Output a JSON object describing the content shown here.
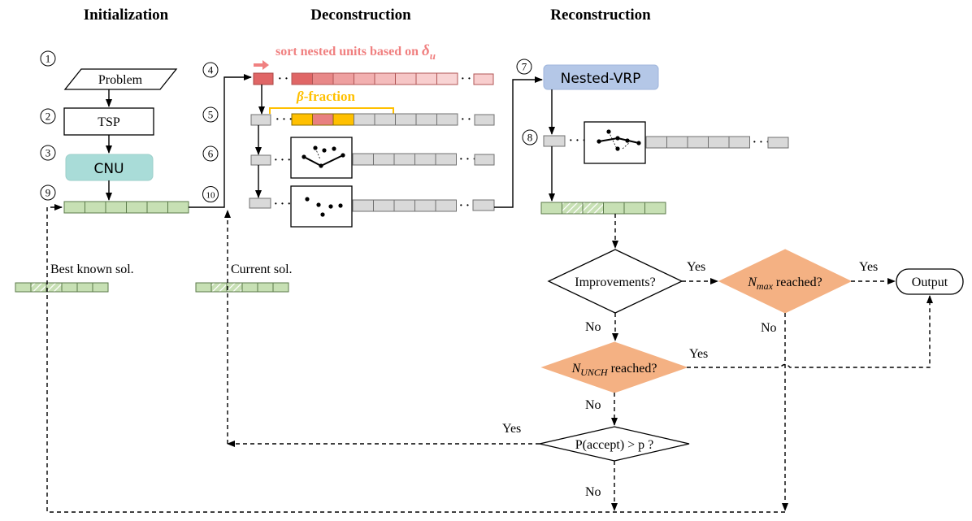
{
  "headers": {
    "initialization": "Initialization",
    "deconstruction": "Deconstruction",
    "reconstruction": "Reconstruction"
  },
  "steps": [
    "1",
    "2",
    "3",
    "4",
    "5",
    "6",
    "7",
    "8",
    "9",
    "10"
  ],
  "nodes": {
    "problem": "Problem",
    "tsp": "TSP",
    "cnu": "CNU",
    "nested_vrp": "Nested-VRP",
    "improvements": "Improvements?",
    "nmax_sym": "N",
    "nmax_sub": "max",
    "nmax_rest": " reached?",
    "nunch_sym": "N",
    "nunch_sub": "UNCH",
    "nunch_rest": " reached?",
    "paccept": "P(accept)  >  p ?",
    "output": "Output"
  },
  "annotations": {
    "sort_text": "sort nested units based on ",
    "sort_symbol": "δ",
    "sort_sub": "u",
    "beta_symbol": "β",
    "beta_rest": "-fraction",
    "best_known": "Best known sol.",
    "current": "Current sol."
  },
  "edge_labels": {
    "yes_improve": "Yes",
    "yes_nmax": "Yes",
    "no_nmax": "No",
    "no_improve": "No",
    "yes_nunch": "Yes",
    "no_nunch": "No",
    "yes_paccept": "Yes",
    "no_paccept": "No"
  },
  "colors": {
    "cnu_fill": "#a9dcd8",
    "nested_vrp_fill": "#b4c7e7",
    "decision_fill": "#f4b183",
    "solution_cell": "#c7e0b4",
    "neutral_cell": "#d9d9d9",
    "sort_red": "#e06666",
    "sort_text": "#f08080",
    "beta_orange": "#ffc000"
  }
}
